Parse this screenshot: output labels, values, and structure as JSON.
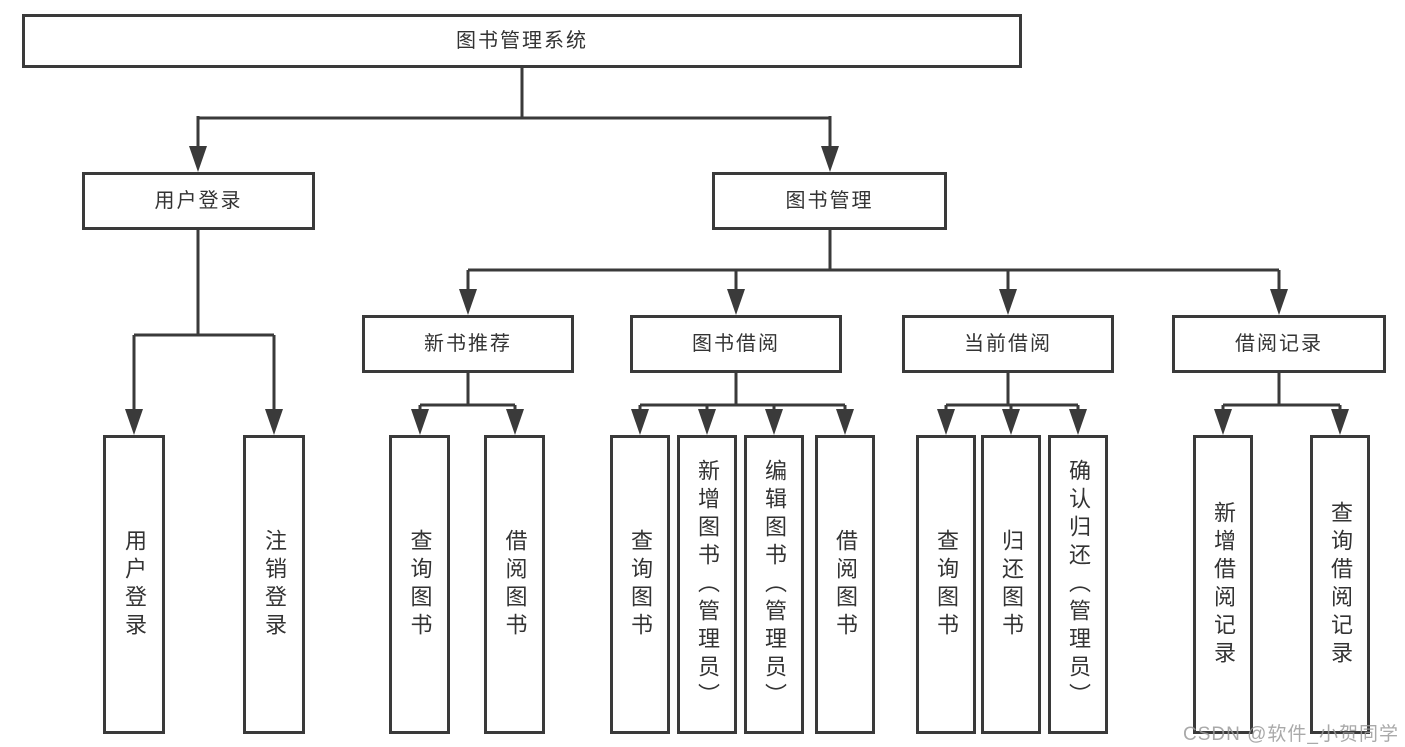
{
  "title": "图书管理系统",
  "watermark": "CSDN @软件_小贺同学",
  "colors": {
    "background": "#ffffff",
    "line": "#3a3a3a",
    "box_border": "#3a3a3a",
    "text": "#333333",
    "watermark": "#9b9b9b"
  },
  "tree": {
    "root": {
      "label": "图书管理系统"
    },
    "level2": [
      {
        "id": "user-login",
        "label": "用户登录"
      },
      {
        "id": "book-management",
        "label": "图书管理"
      }
    ],
    "level3": [
      {
        "id": "new-book-recommend",
        "label": "新书推荐",
        "parent": "图书管理"
      },
      {
        "id": "book-borrow",
        "label": "图书借阅",
        "parent": "图书管理"
      },
      {
        "id": "current-borrow",
        "label": "当前借阅",
        "parent": "图书管理"
      },
      {
        "id": "borrow-records",
        "label": "借阅记录",
        "parent": "图书管理"
      }
    ],
    "leaves": [
      {
        "id": "user-login",
        "label": "用户登录",
        "parent": "用户登录"
      },
      {
        "id": "logout",
        "label": "注销登录",
        "parent": "用户登录"
      },
      {
        "id": "query-books-recommend",
        "label": "查询图书",
        "parent": "新书推荐"
      },
      {
        "id": "borrow-books-recommend",
        "label": "借阅图书",
        "parent": "新书推荐"
      },
      {
        "id": "query-books-borrow",
        "label": "查询图书",
        "parent": "图书借阅"
      },
      {
        "id": "add-books-admin",
        "label": "新增图书（管理员）",
        "parent": "图书借阅"
      },
      {
        "id": "edit-books-admin",
        "label": "编辑图书（管理员）",
        "parent": "图书借阅"
      },
      {
        "id": "borrow-books",
        "label": "借阅图书",
        "parent": "图书借阅"
      },
      {
        "id": "query-books-current",
        "label": "查询图书",
        "parent": "当前借阅"
      },
      {
        "id": "return-books",
        "label": "归还图书",
        "parent": "当前借阅"
      },
      {
        "id": "confirm-return-admin",
        "label": "确认归还（管理员）",
        "parent": "当前借阅"
      },
      {
        "id": "add-borrow-record",
        "label": "新增借阅记录",
        "parent": "借阅记录"
      },
      {
        "id": "query-borrow-record",
        "label": "查询借阅记录",
        "parent": "借阅记录"
      }
    ]
  }
}
